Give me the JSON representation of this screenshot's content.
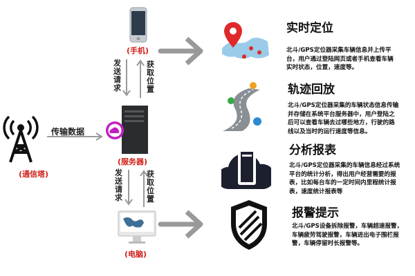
{
  "nodes": {
    "phone": "(手机)",
    "server": "(服务器)",
    "tower": "(通信塔)",
    "computer": "(电脑)"
  },
  "arrows": {
    "transmit": "传输数据",
    "send_request": "发送请求",
    "get_location": "获取位置"
  },
  "features": [
    {
      "title": "实时定位",
      "desc": "北斗/GPS定位器采集车辆信息并上传平台，用户通过登陆网页或者手机查看车辆实时状态，位置，速度等。",
      "icon": "map-pin-icon"
    },
    {
      "title": "轨迹回放",
      "desc": "北斗/GPS定位器采集的车辆状态信息传输并存储在系统平台服务器中，用户登陆之后可以查看车辆去过哪些地方，行驶的路线以及当时的运行速度等信息。",
      "icon": "road-route-icon"
    },
    {
      "title": "分析报表",
      "desc": "北斗/GPS定位器采集的车辆信息经过系统平台的统计分析，得出用户经营需要的报表，比如每台车的一定时间内里程统计报表，速度统计报表等",
      "icon": "cloud-server-icon"
    },
    {
      "title": "报警提示",
      "desc": "北斗/GPS设备拆除报警，车辆超速报警，车辆疲劳驾驶报警，车辆进出电子围栏报警，车辆停留时长报警等。",
      "icon": "shield-icon"
    }
  ],
  "colors": {
    "label": "#d0201a",
    "arrow": "#9a9a9a",
    "accent": "#c020c0"
  }
}
